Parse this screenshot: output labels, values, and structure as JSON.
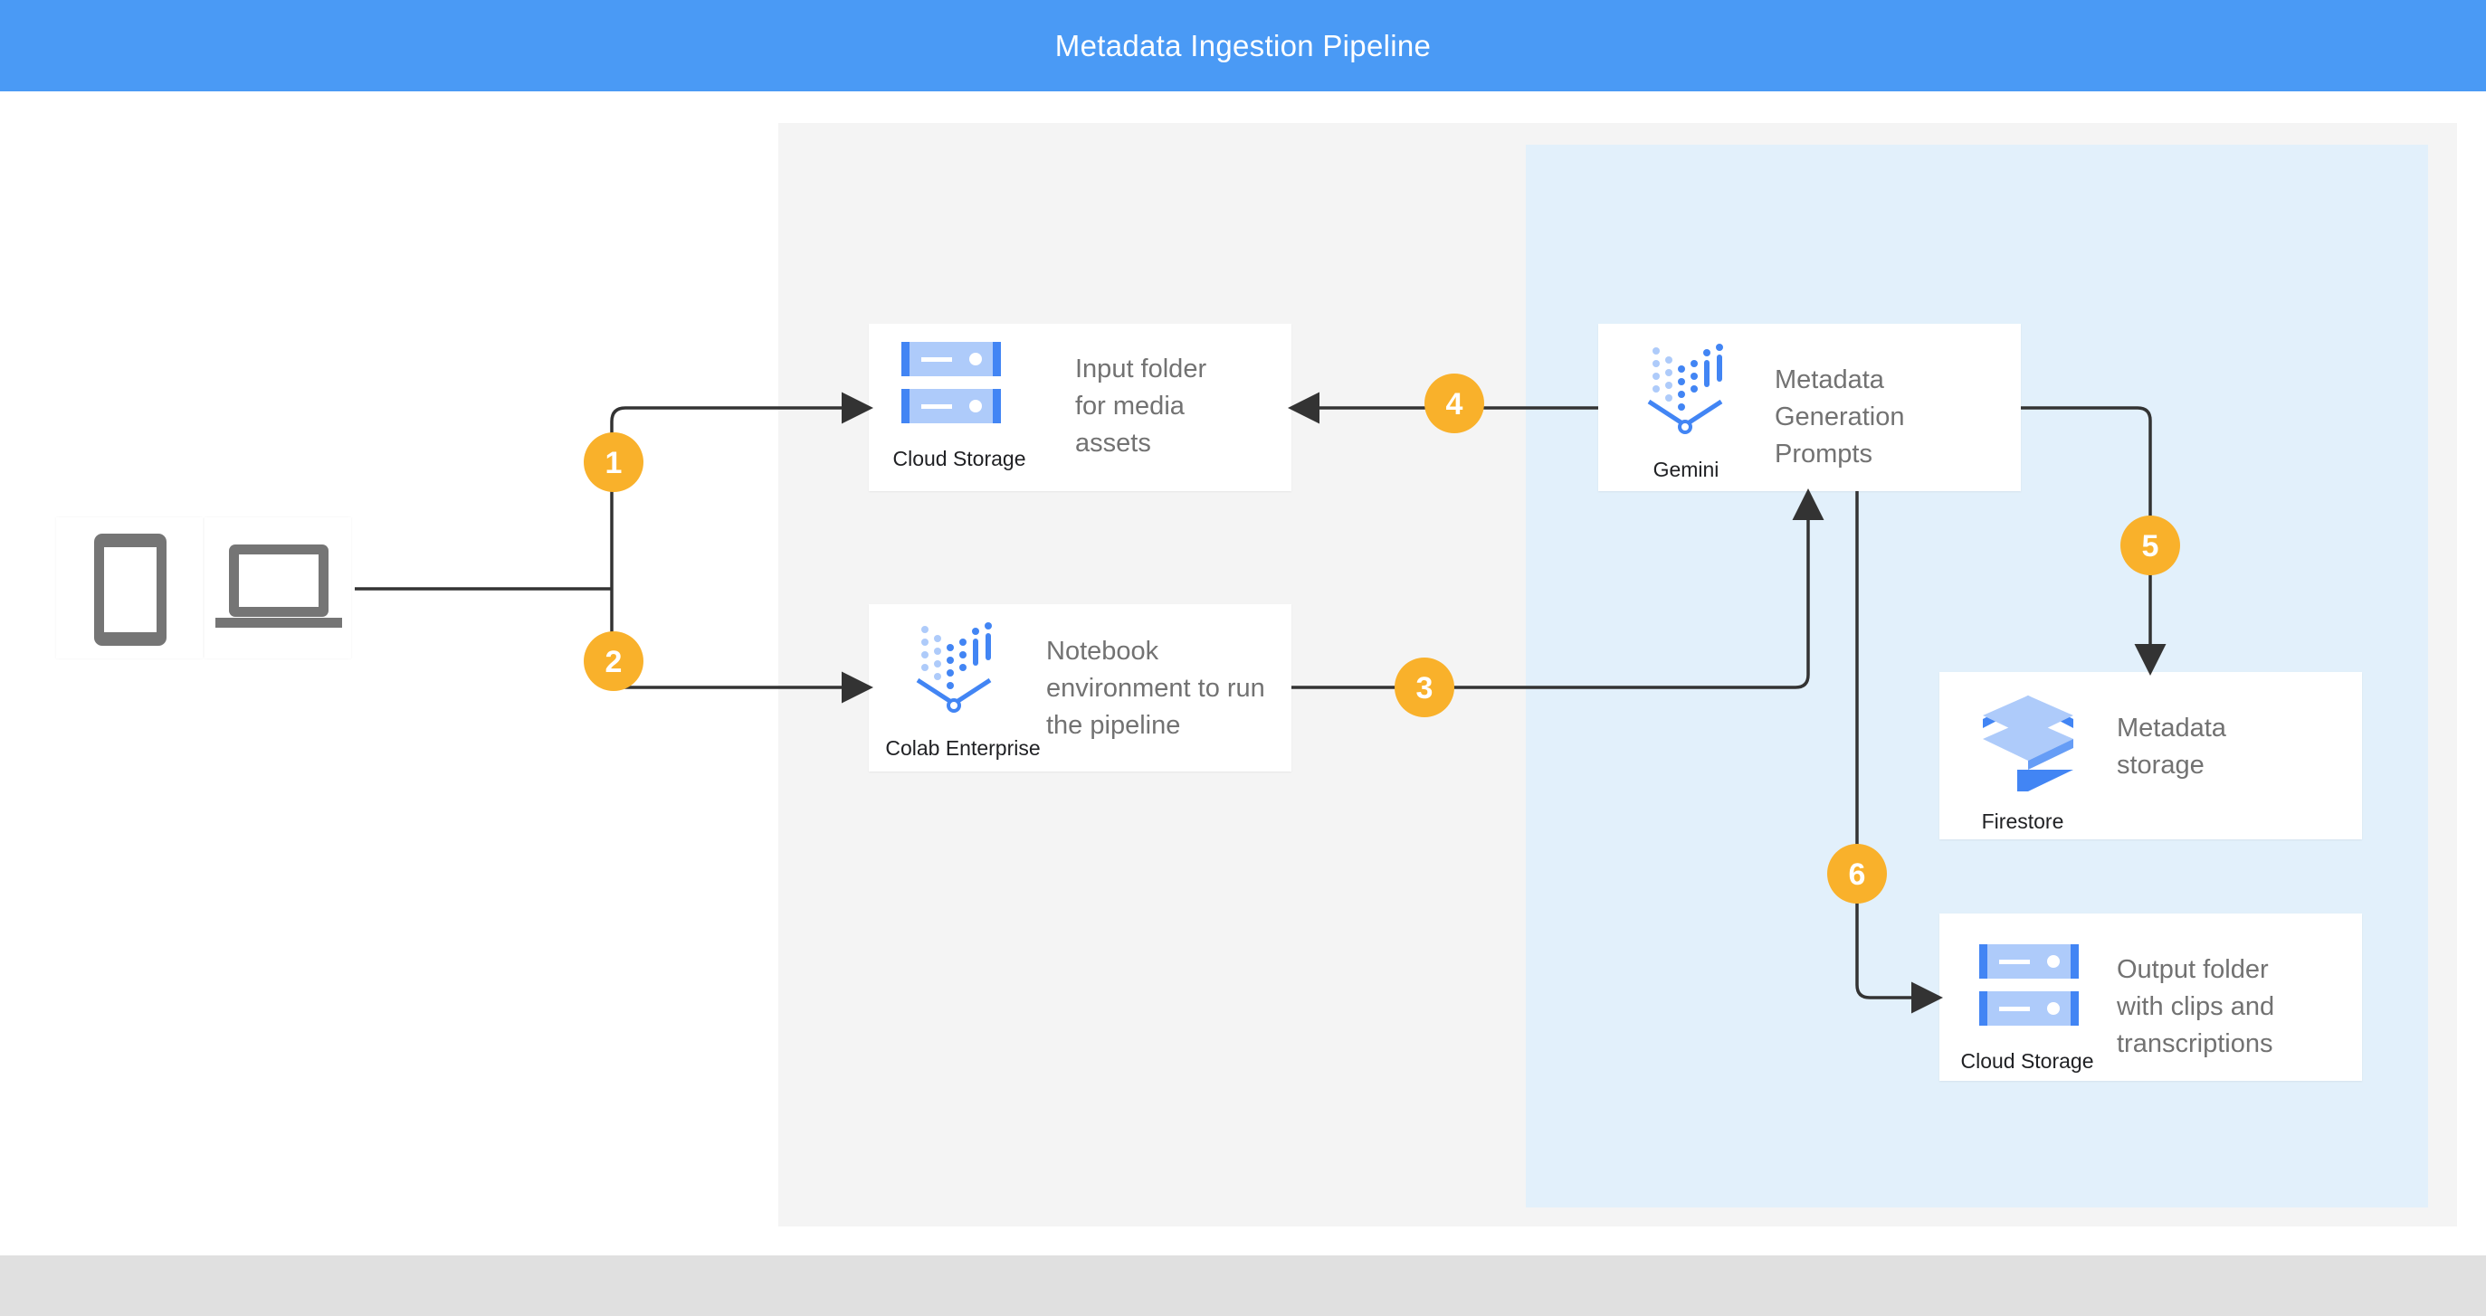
{
  "title": "Metadata Ingestion Pipeline",
  "nodes": {
    "input_storage": {
      "service": "Cloud Storage",
      "description": "Input folder\nfor media\nassets"
    },
    "colab": {
      "service": "Colab Enterprise",
      "description": "Notebook\nenvironment to run\nthe pipeline"
    },
    "gemini": {
      "service": "Gemini",
      "description": "Metadata\nGeneration\nPrompts"
    },
    "firestore": {
      "service": "Firestore",
      "description": "Metadata\nstorage"
    },
    "output_storage": {
      "service": "Cloud Storage",
      "description": "Output folder\nwith clips and\ntranscriptions"
    }
  },
  "steps": [
    "1",
    "2",
    "3",
    "4",
    "5",
    "6"
  ],
  "devices": [
    "phone-icon",
    "laptop-icon"
  ],
  "colors": {
    "header": "#4a9af5",
    "badge": "#f9b12b",
    "connector": "#333333",
    "zone_gray": "#f4f4f4",
    "zone_blue": "#e2f0fb",
    "icon_blue_dark": "#4285f4",
    "icon_blue_light": "#aecbfa"
  }
}
